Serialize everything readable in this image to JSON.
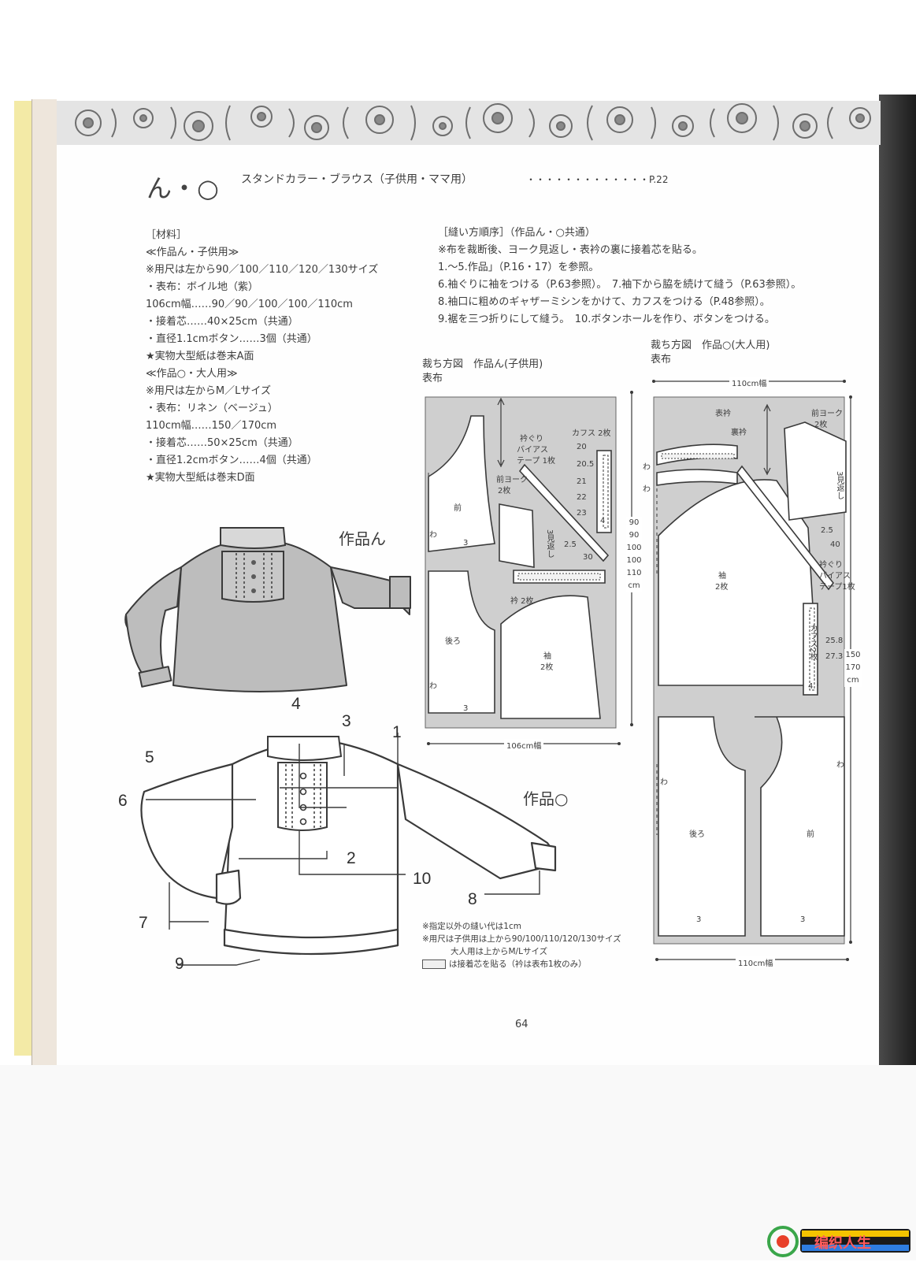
{
  "header": {
    "pattern_code": "ん・○",
    "title": "スタンドカラー・ブラウス（子供用・ママ用）",
    "leader": "・・・・・・・・・・・・・P.22"
  },
  "materials": {
    "heading": "［材料］",
    "lines": [
      "≪作品ん・子供用≫",
      "※用尺は左から90／100／110／120／130サイズ",
      "・表布：ボイル地（紫）",
      "106cm幅……90／90／100／100／110cm",
      "・接着芯……40×25cm（共通）",
      "・直径1.1cmボタン……3個（共通）",
      "★実物大型紙は巻末A面",
      "≪作品○・大人用≫",
      "※用尺は左からM／Lサイズ",
      "・表布：リネン（ベージュ）",
      "110cm幅……150／170cm",
      "・接着芯……50×25cm（共通）",
      "・直径1.2cmボタン……4個（共通）",
      "★実物大型紙は巻末D面"
    ]
  },
  "sewing": {
    "heading": "［縫い方順序］（作品ん・○共通）",
    "lines": [
      "※布を裁断後、ヨーク見返し・表衿の裏に接着芯を貼る。",
      "1.～5.作品」（P.16・17）を参照。",
      "6.袖ぐりに袖をつける（P.63参照）。　7.袖下から脇を続けて縫う（P.63参照）。",
      "8.袖口に粗めのギャザーミシンをかけて、カフスをつける（P.48参照）。",
      "9.裾を三つ折りにして縫う。　10.ボタンホールを作り、ボタンをつける。"
    ]
  },
  "blouse_labels": {
    "child": "作品ん",
    "adult": "作品○",
    "steps": [
      "4",
      "3",
      "1",
      "5",
      "6",
      "2",
      "10",
      "7",
      "8",
      "9"
    ]
  },
  "cut_child": {
    "title": "裁ち方図　作品ん(子供用)",
    "fabric": "表布",
    "width": "106cm幅",
    "lengths": [
      "90",
      "90",
      "100",
      "100",
      "110",
      "cm"
    ],
    "front": "前",
    "back": "後ろ",
    "sleeve": "袖",
    "sleeve_count": "2枚",
    "yoke": "前ヨーク",
    "yoke_count": "2枚",
    "facing": "3見返し",
    "bias_1": "衿ぐり",
    "bias_2": "バイアス",
    "bias_3": "テープ 1枚",
    "cuff": "カフス 2枚",
    "cuff_sizes": [
      "20",
      "20.5",
      "21",
      "22",
      "23"
    ],
    "collar": "衿 2枚",
    "fold": "わ",
    "hem": "3",
    "bias_len": "30",
    "bias_w": "2.5",
    "cuff_w": "4"
  },
  "cut_adult": {
    "title": "裁ち方図　作品○(大人用)",
    "fabric": "表布",
    "width": "110cm幅",
    "lengths": [
      "150",
      "170",
      "cm"
    ],
    "front": "前",
    "back": "後ろ",
    "sleeve": "袖",
    "sleeve_count": "2枚",
    "yoke": "前ヨーク",
    "yoke_count": "2枚",
    "facing": "3見返し",
    "outer_collar": "表衿",
    "inner_collar": "裏衿",
    "bias_1": "衿ぐり",
    "bias_2": "バイアス",
    "bias_3": "テープ1枚",
    "cuff": "カフス2枚",
    "cuff_sizes": [
      "25.8",
      "27.3"
    ],
    "fold": "わ",
    "hem": "3",
    "bias_len": "40",
    "bias_w": "2.5",
    "cuff_w": "4"
  },
  "notes": {
    "seam": "※指定以外の縫い代は1cm",
    "size_1": "※用尺は子供用は上から90/100/110/120/130サイズ",
    "size_2": "大人用は上からM/Lサイズ",
    "interfacing": "は接着芯を貼る（衿は表布1枚のみ）"
  },
  "page_number": "64",
  "watermark": "编织人生"
}
